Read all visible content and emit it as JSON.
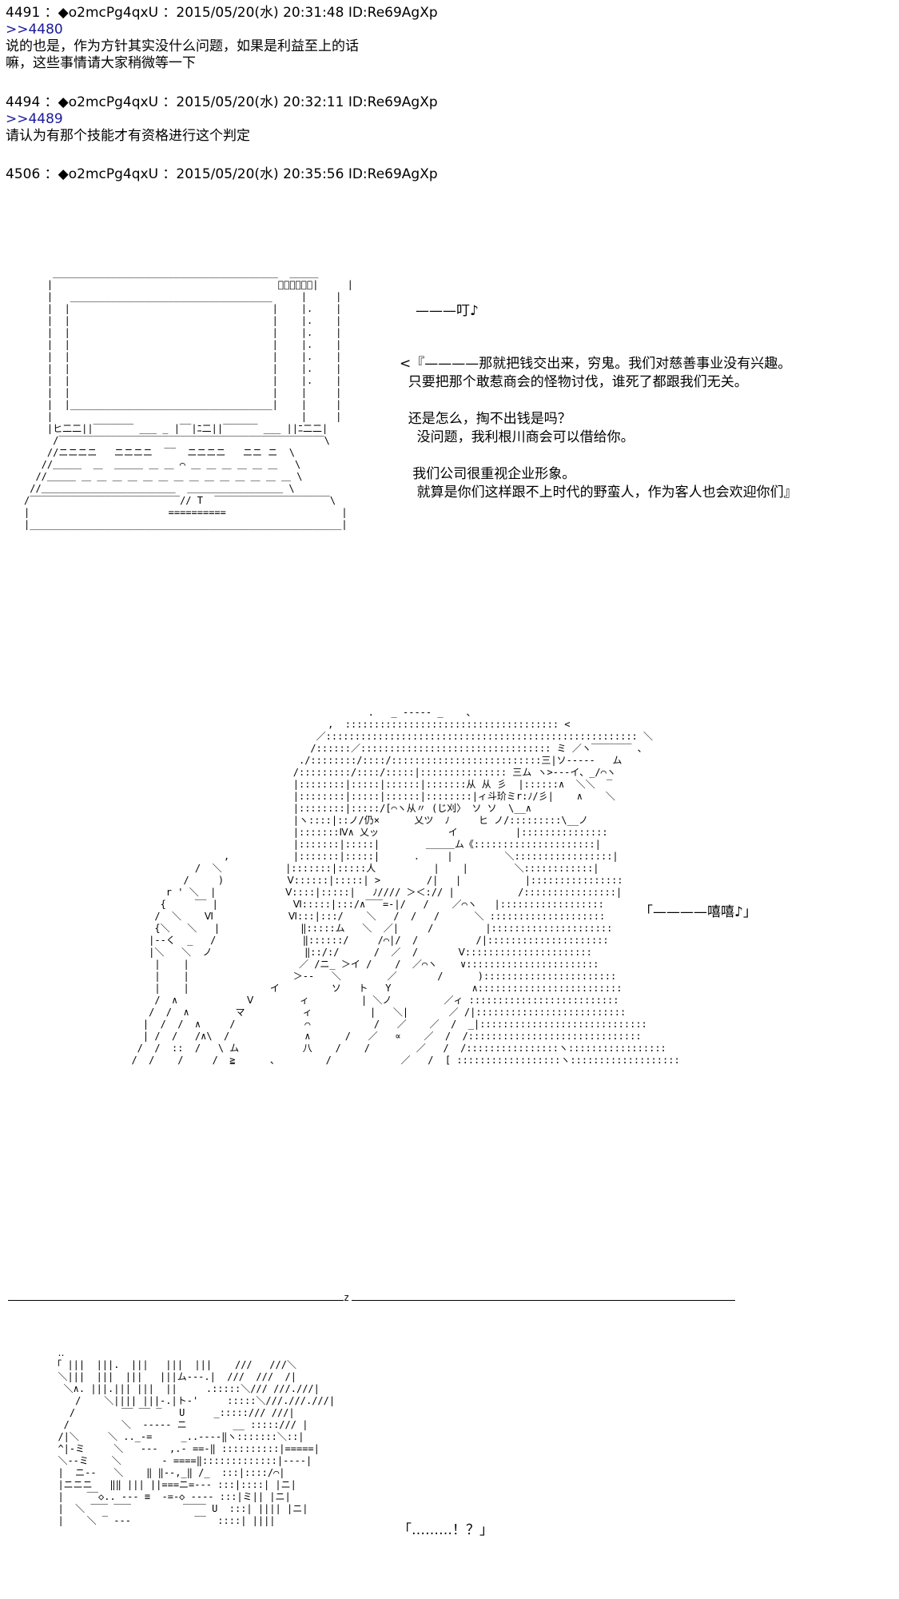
{
  "posts": [
    {
      "header": "4491 ：◆o2mcPg4qxU ：2015/05/20(水) 20:31:48 ID:Re69AgXp",
      "reply": ">>4480",
      "lines": [
        "说的也是，作为方针其实没什么问题，如果是利益至上的话",
        "嘛，这些事情请大家稍微等一下"
      ]
    },
    {
      "header": "4494 ：◆o2mcPg4qxU ：2015/05/20(水) 20:32:11 ID:Re69AgXp",
      "reply": ">>4489",
      "lines": [
        "请认为有那个技能才有资格进行这个判定"
      ]
    },
    {
      "header": "4506 ：◆o2mcPg4qxU ：2015/05/20(水) 20:35:56 ID:Re69AgXp",
      "reply": "",
      "lines": []
    }
  ],
  "scene1": {
    "sfx": "———叮♪",
    "dialog": [
      "<『————那就把钱交出来，穷鬼。我们对慈善事业没有兴趣。",
      "  只要把那个敢惹商会的怪物讨伐，谁死了都跟我们无关。",
      "",
      "  还是怎么，掏不出钱是吗？",
      "    没问题，我利根川商会可以借给你。",
      "",
      "   我们公司很重视企业形象。",
      "    就算是你们这样跟不上时代的野蛮人，作为客人也会欢迎你们』"
    ]
  },
  "scene2": {
    "speech": "「————嘻嘻♪」"
  },
  "scene3": {
    "speech": "「………！？」"
  }
}
